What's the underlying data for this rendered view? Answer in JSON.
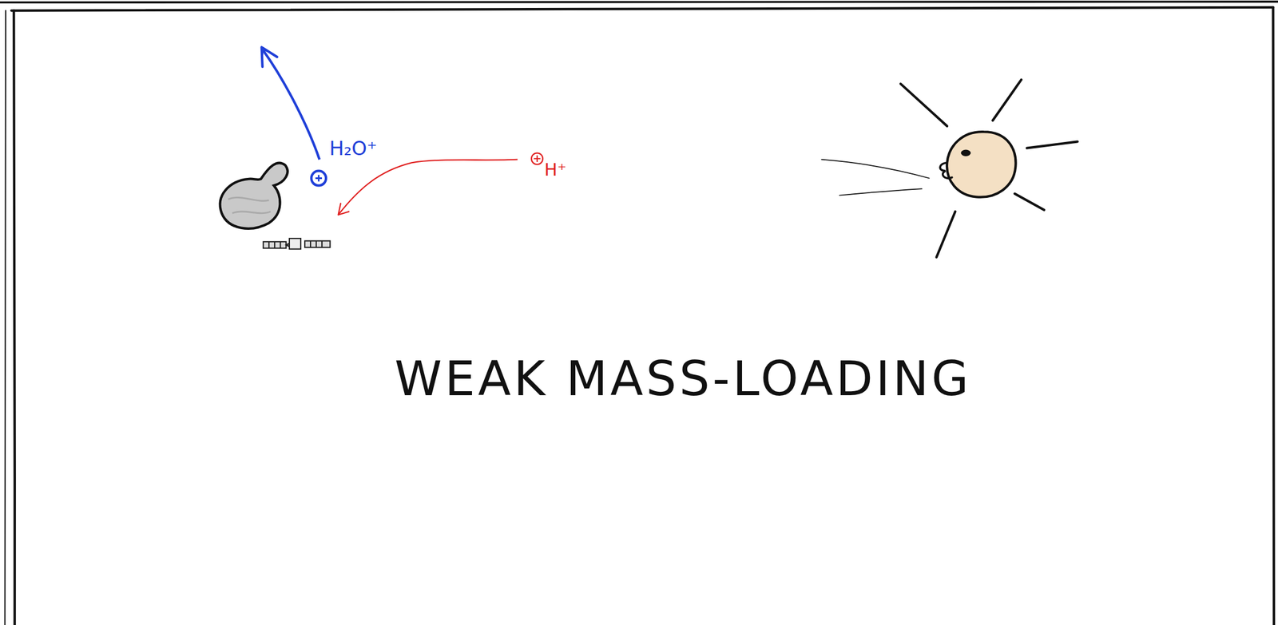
{
  "diagram": {
    "title": "WEAK MASS-LOADING",
    "labels": [
      "H₂O⁺",
      "H⁺"
    ]
  }
}
